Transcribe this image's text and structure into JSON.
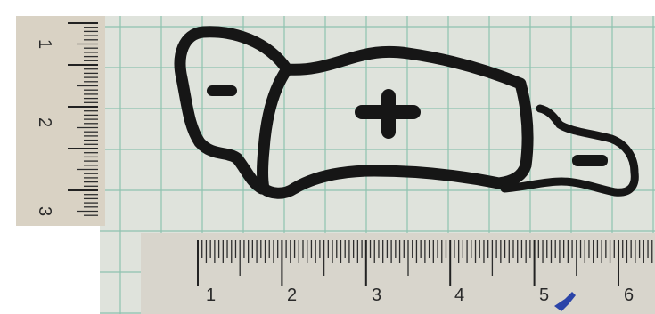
{
  "photo": {
    "left_ruler": {
      "labels": [
        "1",
        "2",
        "3"
      ]
    },
    "bottom_ruler": {
      "labels": [
        "1",
        "2",
        "3",
        "4",
        "5",
        "6"
      ]
    },
    "drawing": {
      "left_chamber_sign": "−",
      "middle_chamber_sign": "+",
      "right_chamber_sign": "−"
    },
    "colors": {
      "ink": "#161616",
      "grid_line": "#8fc3b0",
      "paper": "#dfe3dc",
      "ruler": "#d9d2c4",
      "pen_mark": "#2b44a8"
    }
  }
}
